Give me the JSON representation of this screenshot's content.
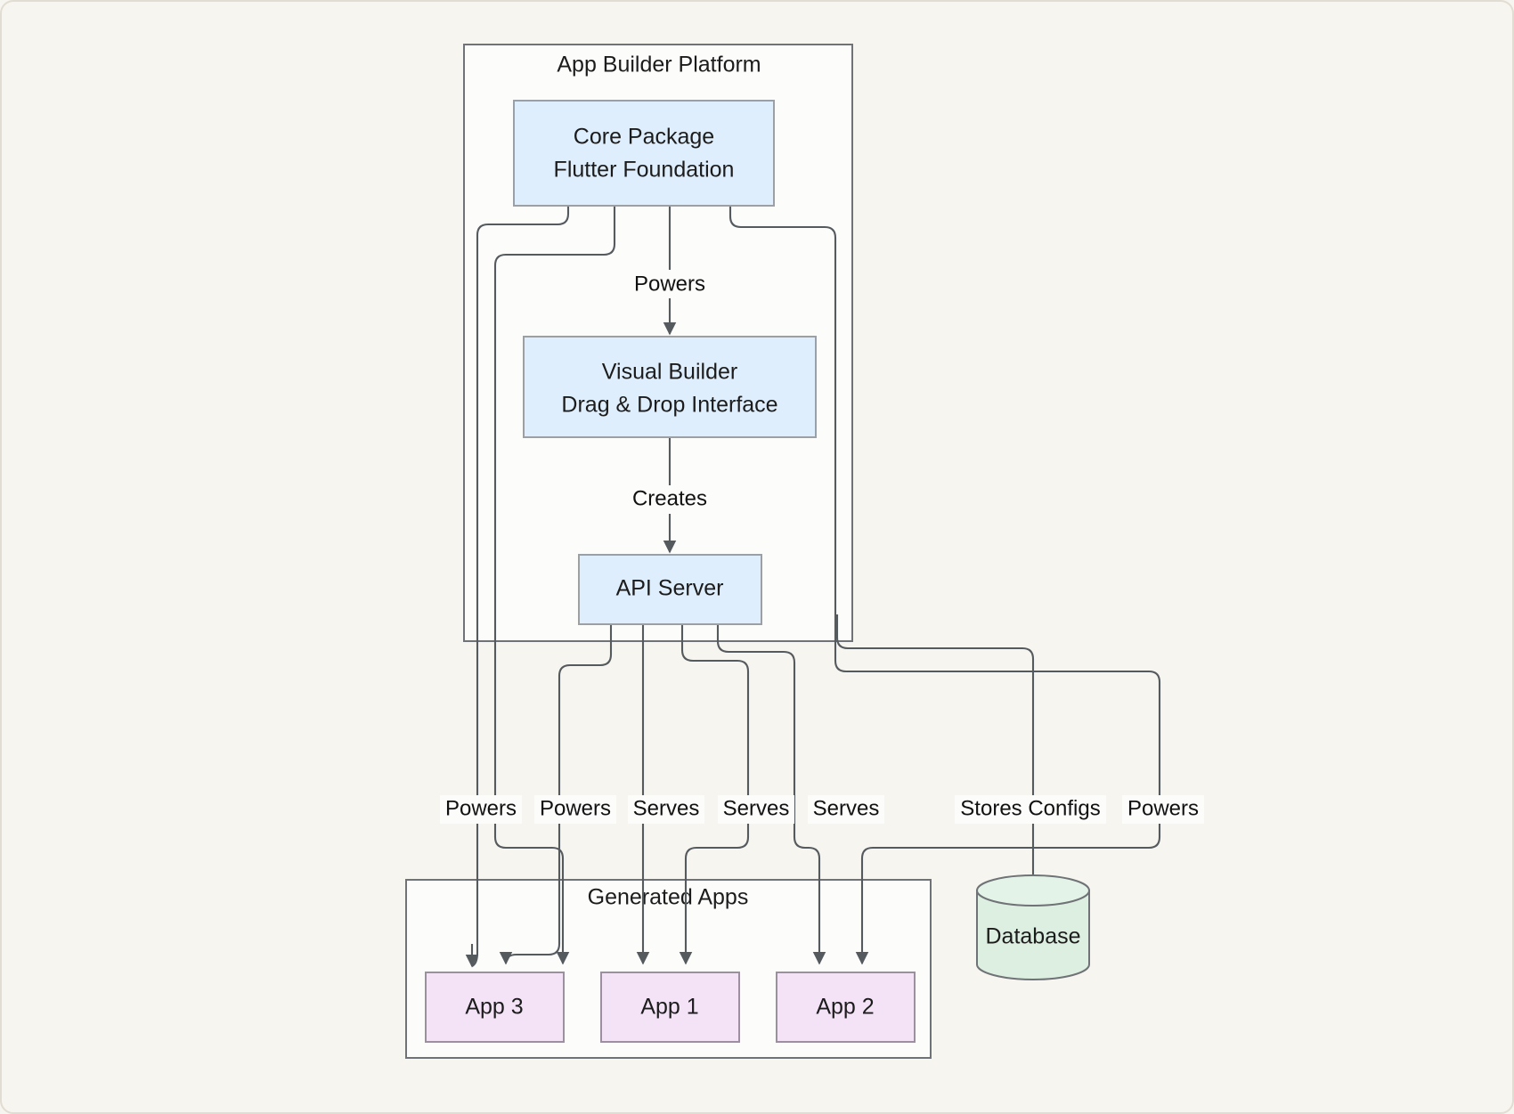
{
  "diagram": {
    "title_visible": false,
    "background_color": "#f7f5ef",
    "groups": [
      {
        "id": "platform",
        "label": "App Builder Platform"
      },
      {
        "id": "generated",
        "label": "Generated Apps"
      }
    ],
    "nodes": [
      {
        "id": "core",
        "line1": "Core Package",
        "line2": "Flutter Foundation",
        "shape": "rect",
        "color": "#dfeefc"
      },
      {
        "id": "builder",
        "line1": "Visual Builder",
        "line2": "Drag & Drop Interface",
        "shape": "rect",
        "color": "#dfeefc"
      },
      {
        "id": "api",
        "line1": "API Server",
        "line2": "",
        "shape": "rect",
        "color": "#dfeefc"
      },
      {
        "id": "app3",
        "line1": "App 3",
        "line2": "",
        "shape": "rect",
        "color": "#f4e3f7"
      },
      {
        "id": "app1",
        "line1": "App 1",
        "line2": "",
        "shape": "rect",
        "color": "#f4e3f7"
      },
      {
        "id": "app2",
        "line1": "App 2",
        "line2": "",
        "shape": "rect",
        "color": "#f4e3f7"
      },
      {
        "id": "db",
        "line1": "Database",
        "line2": "",
        "shape": "cylinder",
        "color": "#dcefe0"
      }
    ],
    "edge_labels": {
      "powers_builder": "Powers",
      "creates_api": "Creates",
      "powers_app3": "Powers",
      "powers_app1": "Powers",
      "serves_app3": "Serves",
      "serves_app1": "Serves",
      "serves_app2": "Serves",
      "stores_configs": "Stores Configs",
      "powers_app2": "Powers"
    },
    "edges": [
      {
        "from": "core",
        "to": "builder",
        "label": "Powers"
      },
      {
        "from": "builder",
        "to": "api",
        "label": "Creates"
      },
      {
        "from": "core",
        "to": "app3",
        "label": "Powers"
      },
      {
        "from": "core",
        "to": "app1",
        "label": "Powers"
      },
      {
        "from": "core",
        "to": "app2",
        "label": "Powers"
      },
      {
        "from": "api",
        "to": "app3",
        "label": "Serves"
      },
      {
        "from": "api",
        "to": "app1",
        "label": "Serves"
      },
      {
        "from": "api",
        "to": "app2",
        "label": "Serves"
      },
      {
        "from": "api",
        "to": "db",
        "label": "Stores Configs"
      }
    ],
    "colors": {
      "node_blue": "#dfeefc",
      "node_pink": "#f4e3f7",
      "node_green": "#dcefe0",
      "edge_stroke": "#555a5e",
      "border": "#6f7276",
      "background": "#f7f5ef"
    }
  }
}
